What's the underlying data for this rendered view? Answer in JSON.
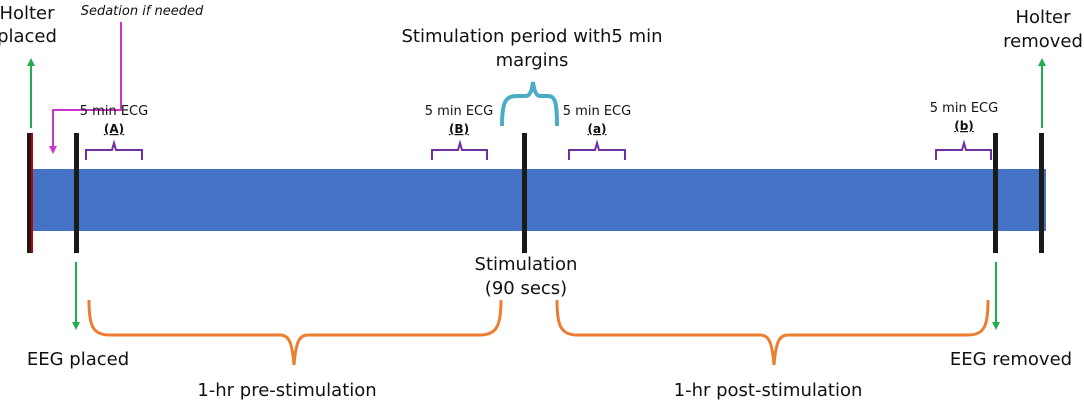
{
  "labels": {
    "holter_placed": [
      "Holter",
      "placed"
    ],
    "holter_removed": [
      "Holter",
      "removed"
    ],
    "sedation": "Sedation if needed",
    "stim_period": [
      "Stimulation period with5 min",
      "margins"
    ],
    "stimulation": [
      "Stimulation",
      "(90 secs)"
    ],
    "eeg_placed": "EEG placed",
    "eeg_removed": "EEG removed",
    "pre": "1-hr pre-stimulation",
    "post": "1-hr post-stimulation"
  },
  "ecg_windows": [
    {
      "title": "5 min ECG",
      "code": "(A)"
    },
    {
      "title": "5 min ECG",
      "code": "(B)"
    },
    {
      "title": "5 min ECG",
      "code": "(a)"
    },
    {
      "title": "5 min ECG",
      "code": "(b)"
    }
  ],
  "colors": {
    "bar": "#4472c4",
    "marker": "#1a1a1a",
    "holter_marker_edge": "#c00000",
    "green_arrow": "#1fae4b",
    "magenta": "#cc33cc",
    "purple": "#7030a0",
    "teal": "#4bacc6",
    "orange": "#ed7d31"
  }
}
